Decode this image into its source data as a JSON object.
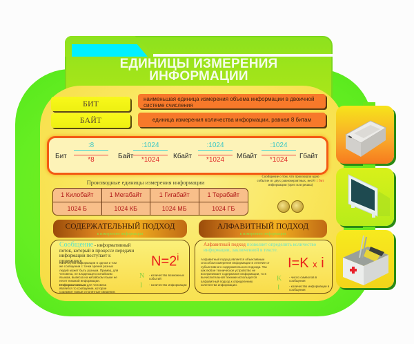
{
  "poster": {
    "title_line1": "ЕДИНИЦЫ ИЗМЕРЕНИЯ",
    "title_line2": "ИНФОРМАЦИИ"
  },
  "definitions": [
    {
      "term": "БИТ",
      "text": "наименьшая единица измерения объема информации в двоичной системе счисления"
    },
    {
      "term": "БАЙТ",
      "text": "единица измерения количества информации, равная 8 битам"
    }
  ],
  "conversion_chain": {
    "units": [
      "Бит",
      "Байт",
      "Кбайт",
      "Мбайт",
      "Гбайт"
    ],
    "divide": [
      ":8",
      ":1024",
      ":1024",
      ":1024"
    ],
    "multiply": [
      "*8",
      "*1024",
      "*1024",
      "*1024"
    ]
  },
  "derived_units": {
    "caption": "Производные единицы измерения информации",
    "headers": [
      "1 Килобайт",
      "1 Мегабайт",
      "1 Гигабайт",
      "1 Терабайт"
    ],
    "values": [
      "1024 Б",
      "1024 КБ",
      "1024 МБ",
      "1024 ГБ"
    ]
  },
  "coin_note": {
    "text_before": "Сообщение о том, что произошло одно событие из двух равновероятных, несёт",
    "highlight": "1 бит",
    "text_after": "информации (орел или решка)"
  },
  "approaches": {
    "content": {
      "title": "СОДЕРЖАТЕЛЬНЫЙ ПОДХОД",
      "subtitle": "к измерению информации",
      "lead_term": "Сообщение",
      "lead_text": " - информативный поток, который в процессе передачи информации поступает к приемнику.",
      "body1": "Количество информации в одном и том же сообщении с точки зрения разных людей может быть разным. Пример, для человека, не владеющего китайским языком, вывеска на китайском языке не несет никакой информации.",
      "body2_bold": "Информативным",
      "body2": " для человека является то сообщение, которое содержит новые и понятные сведения.",
      "formula": "N=2",
      "formula_exp": "i",
      "legend": [
        {
          "letter": "N",
          "text": "- количество возможных событий"
        },
        {
          "letter": "I",
          "text": "- количество информации"
        }
      ]
    },
    "alphabetic": {
      "title": "АЛФАВИТНЫЙ ПОДХОД",
      "subtitle": "к измерению информации",
      "lead_term": "Алфавитный подход",
      "lead_text": " позволяет определить количество информации, заключенной в тексте.",
      "body": "Алфавитный подход является объективным способом измерения информации в отличие от субъективного содержательного подхода. Так как любое техническое устройство не воспринимает содержания информации, то в вычислительной технике используется алфавитный подход к определению количества информации.",
      "formula_left": "I=K",
      "formula_op": "x",
      "formula_right": "i",
      "legend": [
        {
          "letter": "K",
          "text": "- число символов в сообщении"
        },
        {
          "letter": "I",
          "text": "- количество информации в сообщении"
        }
      ]
    }
  },
  "side_icons": [
    "printer-icon",
    "monitor-icon",
    "first-aid-box-icon"
  ],
  "colors": {
    "frame_green": "#66ee22",
    "board_yellow": "#f9e65c",
    "definition_orange": "#f7792a",
    "term_yellow": "#f8f81a",
    "chain_border": "#f35a14",
    "divide_cyan": "#39c6c6",
    "multiply_red": "#e02a2a",
    "formula_red": "#e8201a"
  }
}
